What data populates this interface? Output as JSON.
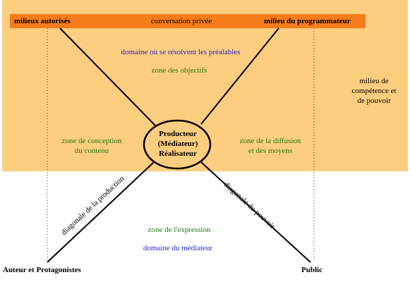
{
  "top_bar": {
    "left": "milieux autorisés",
    "center": "conversation privée",
    "right": "milieu du programmateur"
  },
  "zones": {
    "prealables": "domaine où se résolvent les préalables",
    "objectifs": "zone des objectifs",
    "conception": [
      "zone de conception",
      "du contenu"
    ],
    "diffusion": [
      "zone de la diffusion",
      "et des moyens"
    ],
    "expression": "zone de l'expression",
    "mediateur": "domaine du médiateur",
    "competence": [
      "milieu de",
      "compétence et",
      "de pouvoir"
    ]
  },
  "center": [
    "Producteur",
    "(Médiateur)",
    "Réalisateur"
  ],
  "diagonals": {
    "production": "diagonale de la production",
    "pouvoir": "diagonale du pouvoir"
  },
  "bottom": {
    "left": "Auteur et Protagonistes",
    "right": "Public"
  },
  "colors": {
    "band": "#fdcd80",
    "top_bar": "#f47c1b",
    "zone_green": "#1a7a10",
    "zone_blue": "#2222cc"
  }
}
